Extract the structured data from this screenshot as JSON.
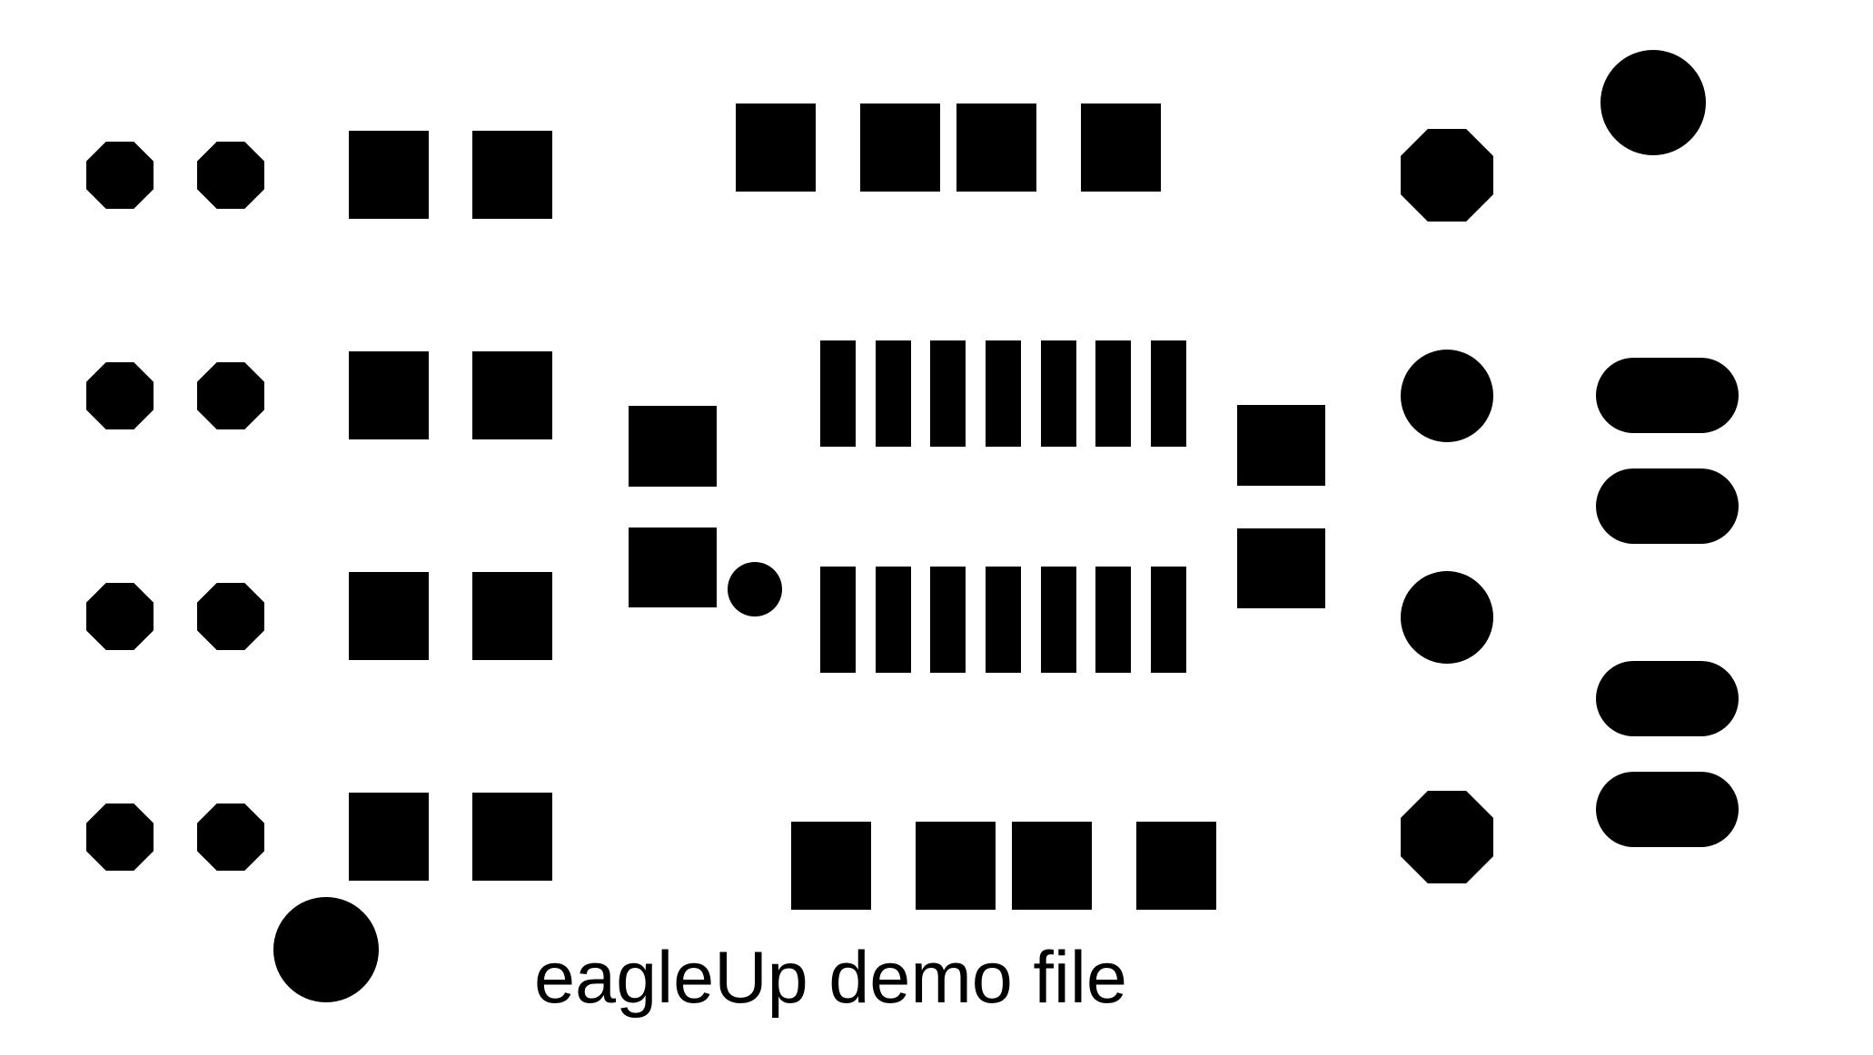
{
  "title": "eagleUp demo file",
  "colors": {
    "background": "#ffffff",
    "pad": "#000000"
  },
  "pads": {
    "octagon_small": "octagon pad",
    "octagon_large": "octagon pad",
    "square_smd": "square pad",
    "rect_fine_pitch": "rectangular pad",
    "round_small": "round pad",
    "round_large": "round pad",
    "oblong": "oblong pad"
  }
}
